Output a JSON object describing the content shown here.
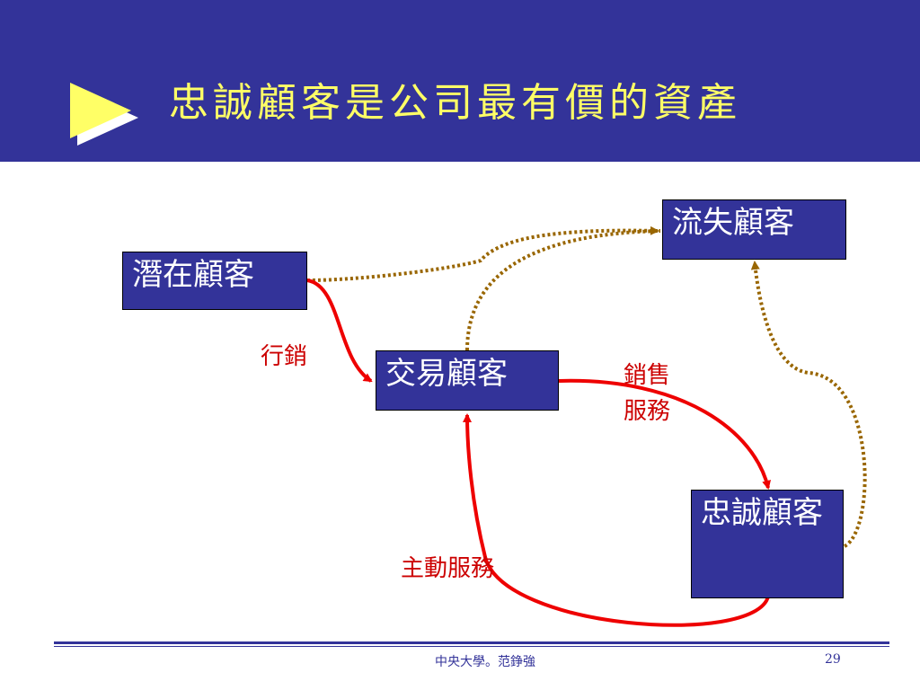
{
  "slide": {
    "title": "忠誠顧客是公司最有價的資產"
  },
  "nodes": {
    "potential": "潛在顧客",
    "lost": "流失顧客",
    "transaction": "交易顧客",
    "loyal": "忠誠顧客"
  },
  "labels": {
    "marketing": "行銷",
    "sales_service": "銷售\n服務",
    "active_service": "主動服務"
  },
  "footer": {
    "author": "中央大學。范錚強",
    "page": "29"
  },
  "colors": {
    "header": "#333399",
    "title": "#ffff66",
    "solid_arrow": "#ee0000",
    "dotted_arrow": "#996600"
  }
}
